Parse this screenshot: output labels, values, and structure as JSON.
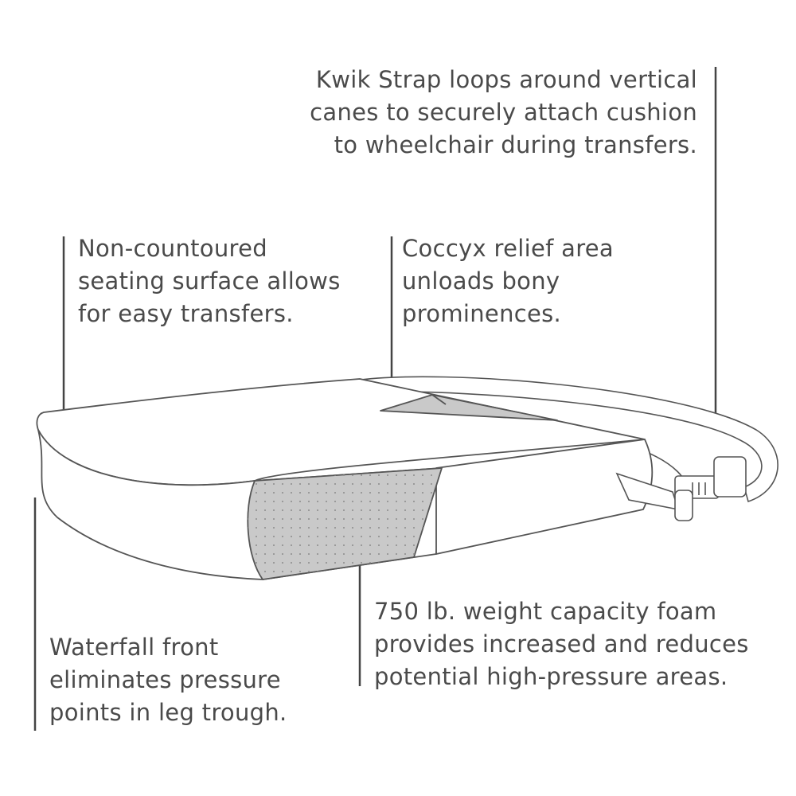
{
  "callouts": {
    "kwik_strap": [
      "Kwik Strap loops around vertical",
      "canes to securely attach cushion",
      "to wheelchair during transfers."
    ],
    "non_contoured": [
      "Non-countoured",
      "seating surface allows",
      "for easy transfers."
    ],
    "coccyx": [
      "Coccyx relief area",
      "unloads bony",
      "prominences."
    ],
    "foam": [
      "750 lb. weight capacity foam",
      "provides increased and reduces",
      "potential high-pressure areas."
    ],
    "waterfall": [
      "Waterfall front",
      "eliminates pressure",
      "points in leg trough."
    ]
  },
  "colors": {
    "text": "#4a4a4a",
    "outline": "#555555",
    "foam_fill": "#c9c9c9",
    "foam_dots": "#8a8a8a"
  },
  "icons": [
    "strap-buckle-icon"
  ]
}
